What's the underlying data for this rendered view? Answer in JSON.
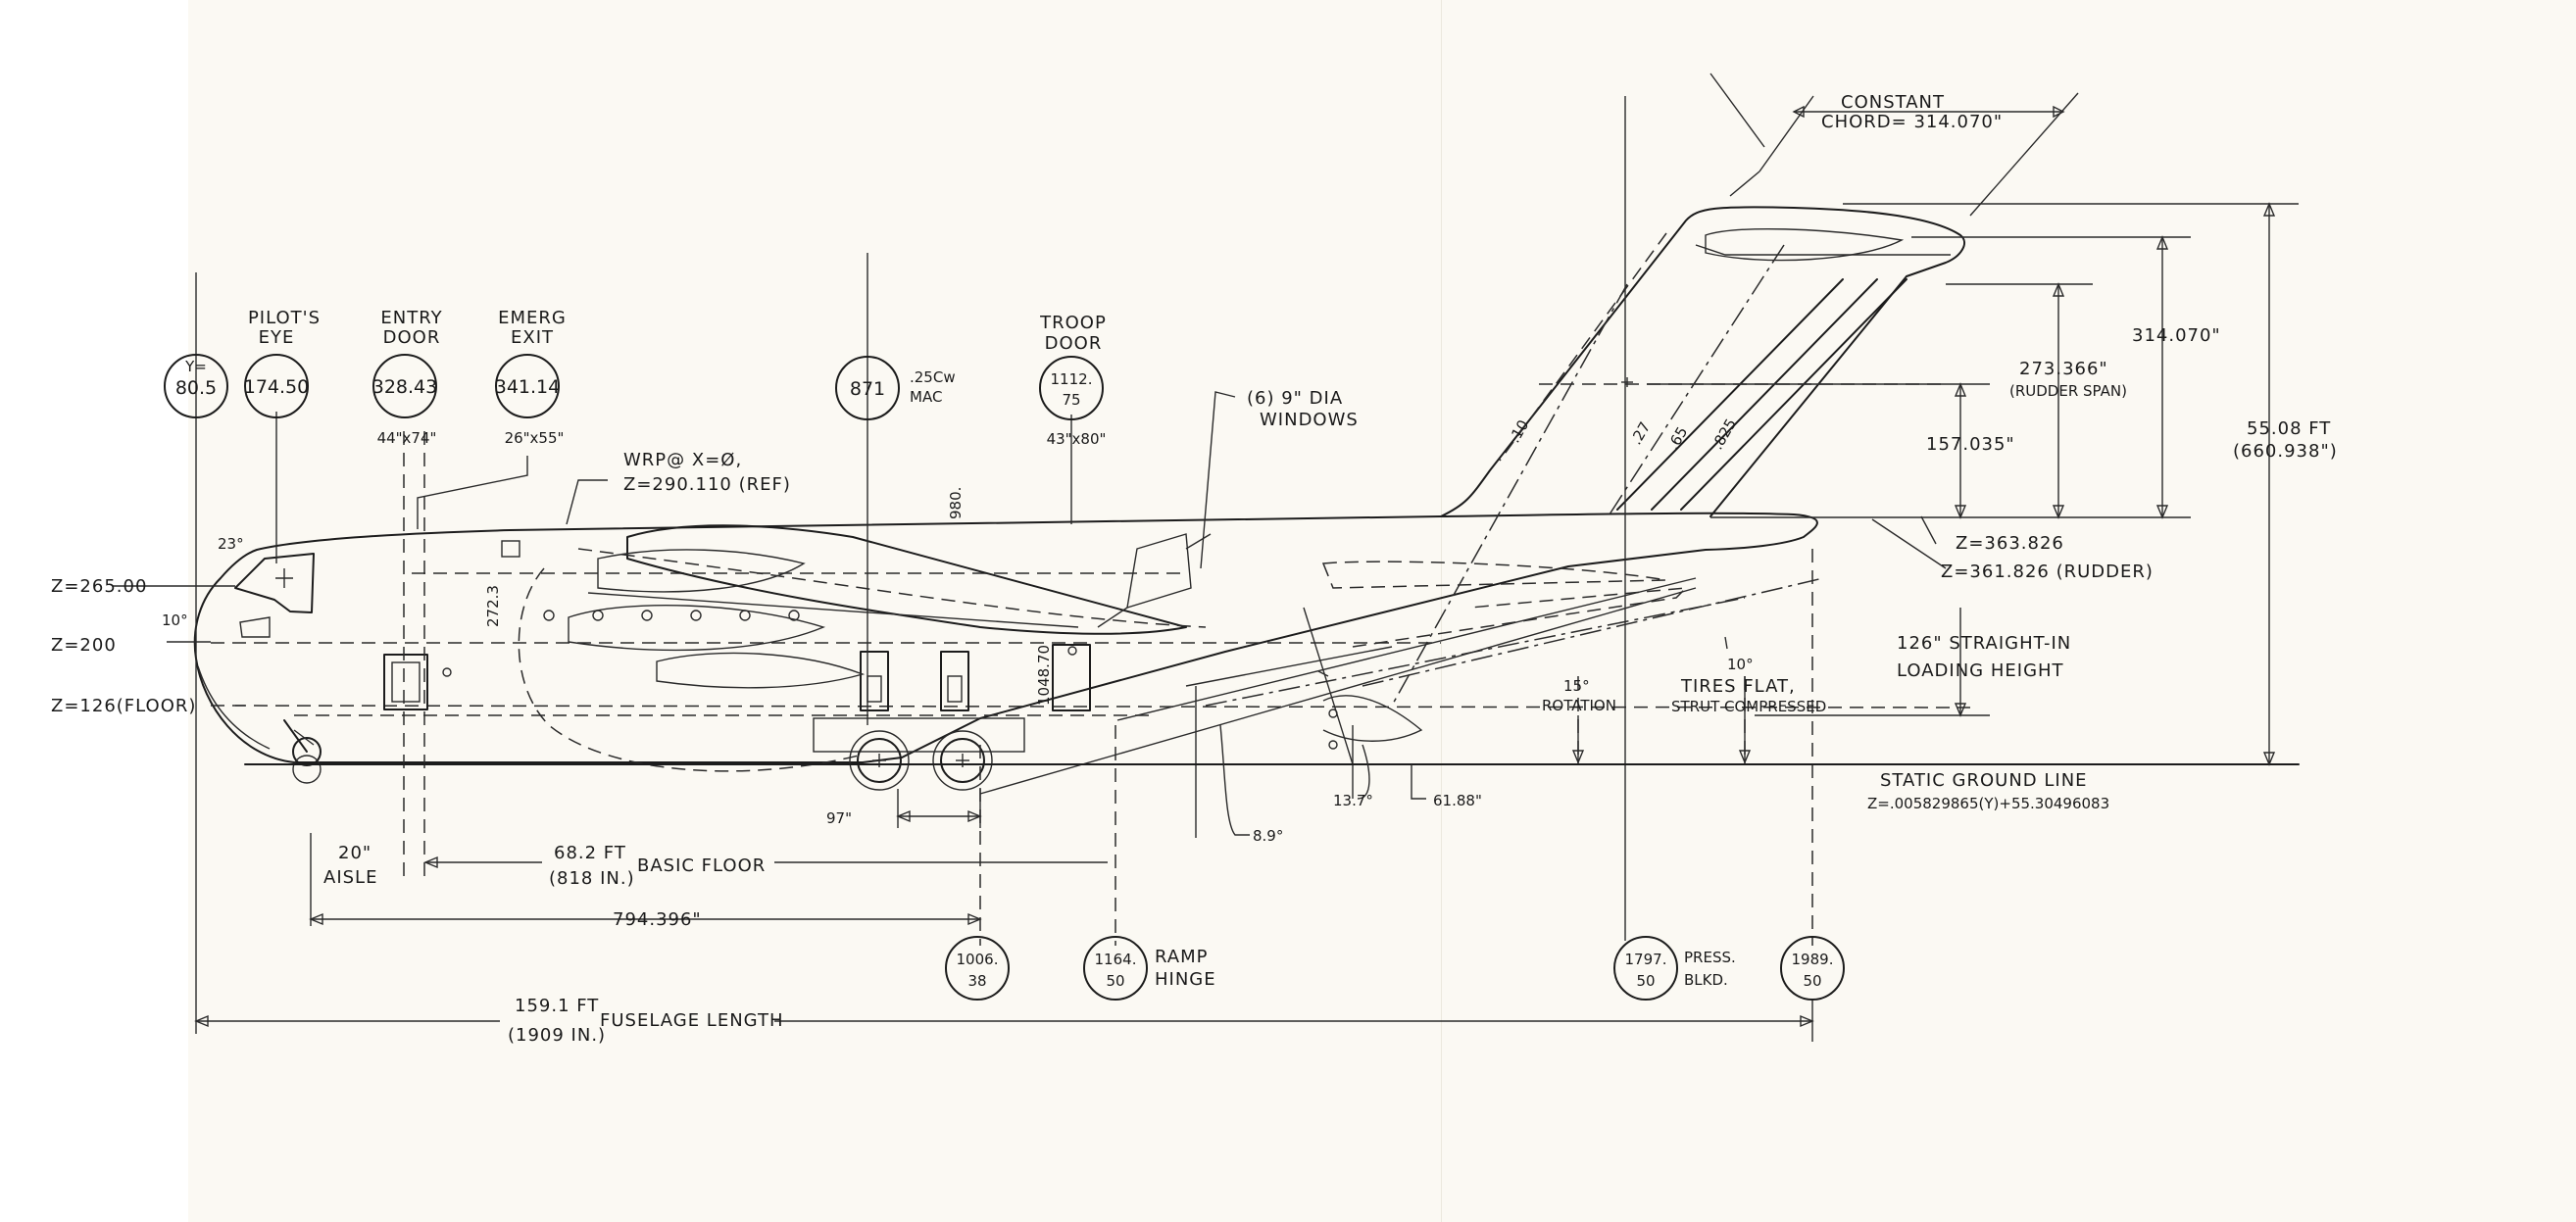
{
  "stations": {
    "y_bubble_1": "Y=",
    "y_bubble_2": "80.5",
    "pilot_eye_title_1": "PILOT'S",
    "pilot_eye_title_2": "EYE",
    "pilot_eye_value": "174.50",
    "entry_door_title_1": "ENTRY",
    "entry_door_title_2": "DOOR",
    "entry_door_value": "328.43",
    "entry_door_size": "44\"x74\"",
    "emerg_exit_title_1": "EMERG",
    "emerg_exit_title_2": "EXIT",
    "emerg_exit_value": "341.14",
    "emerg_exit_size": "26\"x55\"",
    "mac_value": "871",
    "mac_label_1": ".25Cw",
    "mac_label_2": "MAC",
    "troop_door_title_1": "TROOP",
    "troop_door_title_2": "DOOR",
    "troop_door_value_1": "1112.",
    "troop_door_value_2": "75",
    "troop_door_size": "43\"x80\"",
    "gear_value_1": "1006.",
    "gear_value_2": "38",
    "ramp_value_1": "1164.",
    "ramp_value_2": "50",
    "ramp_label_1": "RAMP",
    "ramp_label_2": "HINGE",
    "press_value_1": "1797.",
    "press_value_2": "50",
    "press_label_1": "PRESS.",
    "press_label_2": "BLKD.",
    "tail_value_1": "1989.",
    "tail_value_2": "50"
  },
  "annotations": {
    "wrp_1": "WRP@ X=Ø,",
    "wrp_2": "Z=290.110 (REF)",
    "windows_1": "(6) 9\" DIA",
    "windows_2": "WINDOWS",
    "chord_1": "CONSTANT",
    "chord_2": "CHORD= 314.070\"",
    "z_265": "Z=265.00",
    "z_200": "Z=200",
    "z_126": "Z=126(FLOOR)",
    "nose_10": "10°",
    "nose_23": "23°",
    "z_363": "Z=363.826",
    "z_361": "Z=361.826 (RUDDER)",
    "dim_314": "314.070\"",
    "dim_273_1": "273.366\"",
    "dim_273_2": "(RUDDER SPAN)",
    "dim_157": "157.035\"",
    "height_1": "55.08 FT",
    "height_2": "(660.938\")",
    "loading_1": "126\" STRAIGHT-IN",
    "loading_2": "LOADING HEIGHT",
    "tires_10": "10°",
    "tires_1": "TIRES FLAT,",
    "tires_2": "STRUT COMPRESSED",
    "rotation_15": "15°",
    "rotation_label": "ROTATION",
    "ground_1": "STATIC GROUND LINE",
    "ground_2": "Z=.005829865(Y)+55.30496083",
    "angle_137": "13.7°",
    "dim_6188": "61.88\"",
    "angle_89": "8.9°",
    "dim_97": "97\"",
    "aisle_1": "20\"",
    "aisle_2": "AISLE",
    "floor_1": "68.2 FT",
    "floor_2": "(818 IN.)",
    "floor_3": "BASIC FLOOR",
    "dim_794": "794.396\"",
    "fus_1": "159.1 FT",
    "fus_2": "(1909 IN.)",
    "fus_3": "FUSELAGE LENGTH",
    "tail_10": ".10",
    "tail_27": ".27",
    "tail_65": ".65",
    "tail_825": ".825",
    "tag_980": "980.",
    "tag_1048": "1048.70",
    "tag_272": "272.3"
  }
}
